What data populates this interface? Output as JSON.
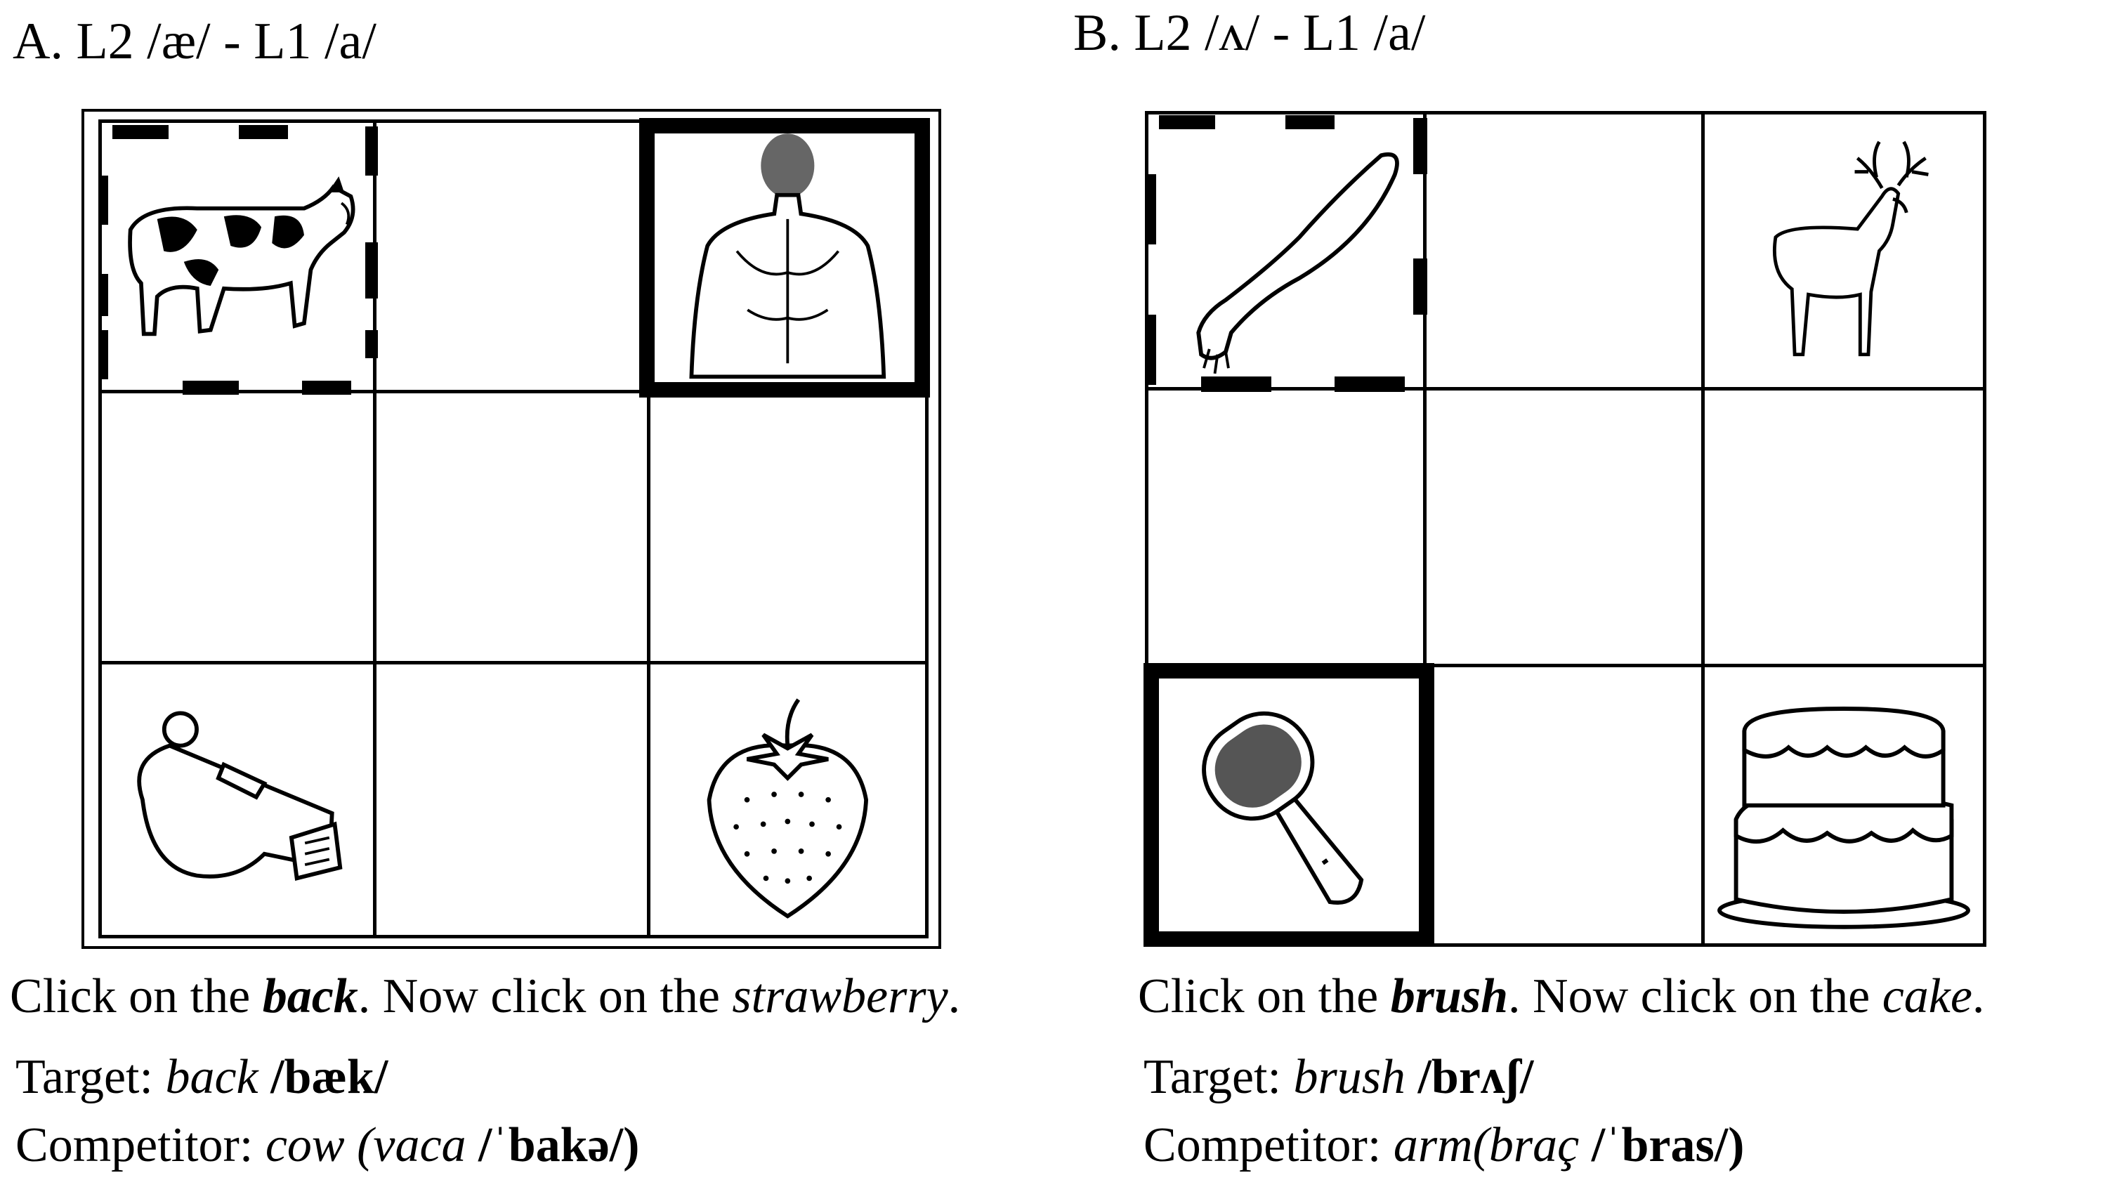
{
  "panels": [
    {
      "title": "A. L2 /æ/ - L1 /a/",
      "sentence": {
        "p1": "Click on the ",
        "target": "back",
        "p2": ". Now click on the ",
        "distractor": "strawberry",
        "p3": "."
      },
      "target_line": {
        "label": "Target: ",
        "word": "back",
        "ipa": "/bæk/"
      },
      "competitor_line": {
        "label": "Competitor: ",
        "word": "cow (vaca",
        "ipa": "/ˈbakə/)"
      },
      "images": [
        "cow-icon",
        "back-icon",
        "whistle-icon",
        "strawberry-icon"
      ]
    },
    {
      "title": "B. L2 /ʌ/ - L1 /a/",
      "sentence": {
        "p1": "Click on the ",
        "target": "brush",
        "p2": ". Now click on the ",
        "distractor": "cake",
        "p3": "."
      },
      "target_line": {
        "label": "Target: ",
        "word": "brush",
        "ipa": "/brʌʃ/"
      },
      "competitor_line": {
        "label": "Competitor: ",
        "word": "arm(braç",
        "ipa": "/ˈbras/)"
      },
      "images": [
        "arm-icon",
        "deer-icon",
        "brush-icon",
        "cake-icon"
      ]
    }
  ]
}
